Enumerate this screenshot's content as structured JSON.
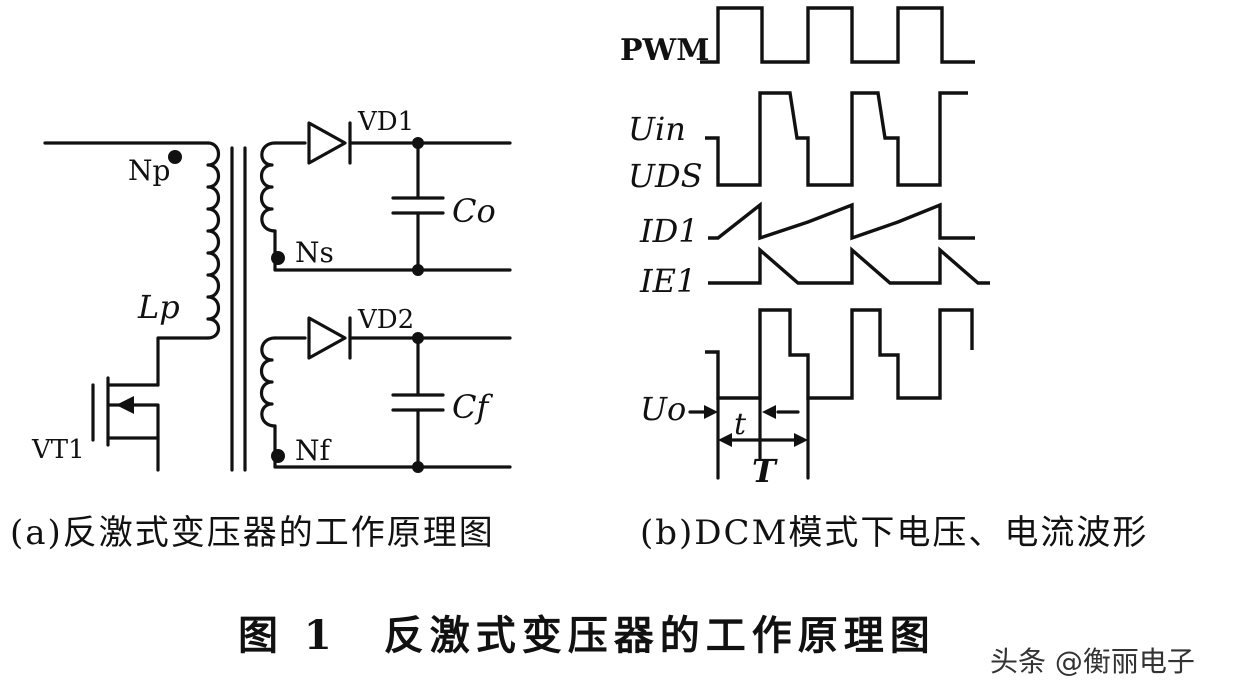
{
  "circuit": {
    "labels": {
      "np": "Np",
      "ns": "Ns",
      "nf": "Nf",
      "lp": "Lp",
      "vt1": "VT1",
      "vd1": "VD1",
      "vd2": "VD2",
      "co": "Co",
      "cf": "Cf"
    }
  },
  "waveforms": {
    "labels": {
      "pwm": "PWM",
      "uin": "Uin",
      "uds": "UDS",
      "id1": "ID1",
      "ie1": "IE1",
      "uo": "Uo",
      "t_small": "t",
      "t_period": "T"
    }
  },
  "captions": {
    "a": "(a)反激式变压器的工作原理图",
    "b": "(b)DCM模式下电压、电流波形"
  },
  "figure_title": "图 1　反激式变压器的工作原理图",
  "watermark": "头条 @衡丽电子"
}
